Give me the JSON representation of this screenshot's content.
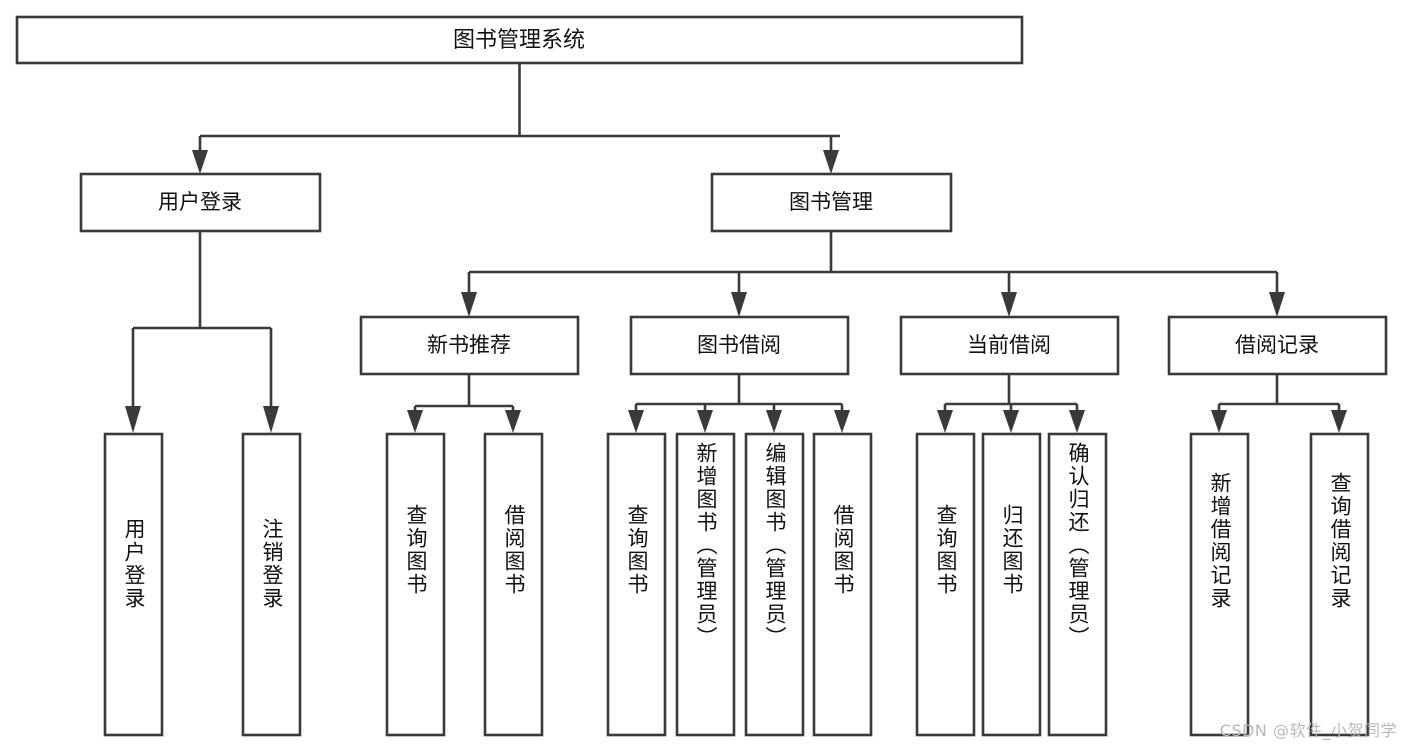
{
  "diagram": {
    "type": "tree",
    "title": "图书管理系统",
    "watermark": "CSDN @软件_小贺同学",
    "colors": {
      "box_stroke": "#3a3a3a",
      "box_fill": "#ffffff",
      "text": "#111111",
      "connector": "#3a3a3a",
      "watermark": "#b9b9b9",
      "background": "#ffffff"
    },
    "root": {
      "label": "图书管理系统",
      "orientation": "horizontal"
    },
    "level2": [
      {
        "label": "用户登录",
        "orientation": "horizontal"
      },
      {
        "label": "图书管理",
        "orientation": "horizontal"
      }
    ],
    "level3": [
      {
        "label": "新书推荐",
        "orientation": "horizontal"
      },
      {
        "label": "图书借阅",
        "orientation": "horizontal"
      },
      {
        "label": "当前借阅",
        "orientation": "horizontal"
      },
      {
        "label": "借阅记录",
        "orientation": "horizontal"
      }
    ],
    "leaves": {
      "user_login": [
        {
          "label": "用户登录",
          "orientation": "vertical"
        },
        {
          "label": "注销登录",
          "orientation": "vertical"
        }
      ],
      "new_book_recommend": [
        {
          "label": "查询图书",
          "orientation": "vertical"
        },
        {
          "label": "借阅图书",
          "orientation": "vertical"
        }
      ],
      "book_borrow": [
        {
          "label": "查询图书",
          "orientation": "vertical"
        },
        {
          "label": "新增图书（管理员）",
          "orientation": "vertical"
        },
        {
          "label": "编辑图书（管理员）",
          "orientation": "vertical"
        },
        {
          "label": "借阅图书",
          "orientation": "vertical"
        }
      ],
      "current_borrow": [
        {
          "label": "查询图书",
          "orientation": "vertical"
        },
        {
          "label": "归还图书",
          "orientation": "vertical"
        },
        {
          "label": "确认归还（管理员）",
          "orientation": "vertical"
        }
      ],
      "borrow_record": [
        {
          "label": "新增借阅记录",
          "orientation": "vertical"
        },
        {
          "label": "查询借阅记录",
          "orientation": "vertical"
        }
      ]
    }
  }
}
